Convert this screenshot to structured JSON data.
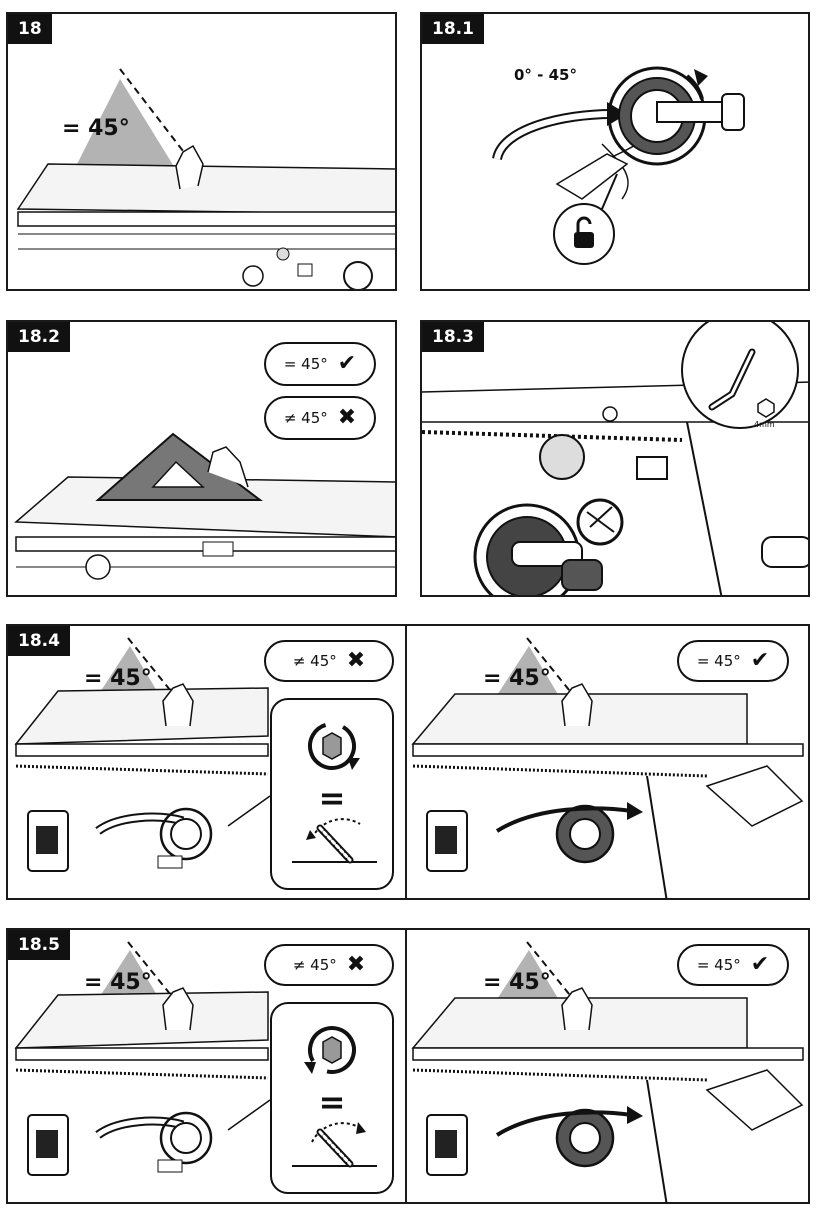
{
  "panels": {
    "p18": {
      "label": "18"
    },
    "p181": {
      "label": "18.1",
      "range": "0° - 45°"
    },
    "p182": {
      "label": "18.2",
      "ok_text": "= 45°",
      "ok_mark": "✔",
      "bad_text": "≠ 45°",
      "bad_mark": "✖"
    },
    "p183": {
      "label": "18.3",
      "tool_size": "4mm"
    },
    "p184": {
      "label": "18.4",
      "bad_text": "≠ 45°",
      "bad_mark": "✖",
      "equals": "="
    },
    "p184b": {
      "ok_text": "= 45°",
      "ok_mark": "✔"
    },
    "p185": {
      "label": "18.5",
      "bad_text": "≠ 45°",
      "bad_mark": "✖",
      "equals": "="
    },
    "p185b": {
      "ok_text": "= 45°",
      "ok_mark": "✔"
    }
  },
  "angle_label": "= 45°",
  "colors": {
    "ink": "#111111",
    "shade": "#b3b3b3",
    "light": "#e6e6e6"
  }
}
